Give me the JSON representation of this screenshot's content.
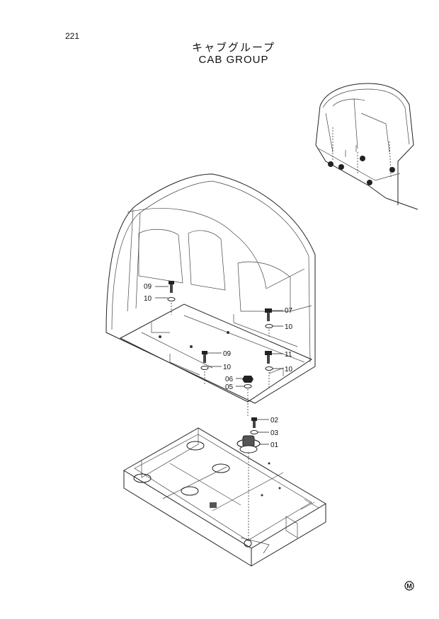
{
  "header": {
    "page_number": "221",
    "title_jp": "キャブグループ",
    "title_en": "CAB GROUP"
  },
  "callouts": [
    "09",
    "10",
    "07",
    "10",
    "09",
    "10",
    "11",
    "10",
    "06",
    "05",
    "02",
    "03",
    "01"
  ],
  "mark": "M"
}
